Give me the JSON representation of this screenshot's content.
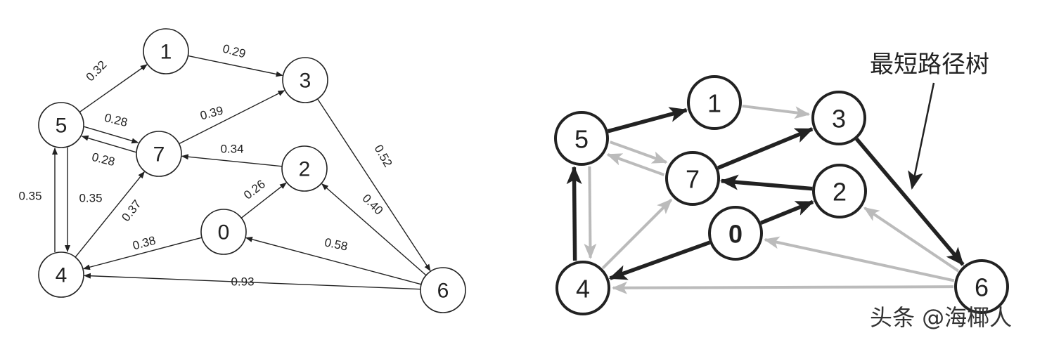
{
  "colors": {
    "ink": "#222222",
    "tree_edge": "#222222",
    "other_edge": "#bbbbbb"
  },
  "left_graph": {
    "nodes": [
      "0",
      "1",
      "2",
      "3",
      "4",
      "5",
      "6",
      "7"
    ],
    "edges": [
      {
        "from": "5",
        "to": "1",
        "weight": "0.32"
      },
      {
        "from": "1",
        "to": "3",
        "weight": "0.29"
      },
      {
        "from": "7",
        "to": "5",
        "weight": "0.28"
      },
      {
        "from": "5",
        "to": "7",
        "weight": "0.28"
      },
      {
        "from": "7",
        "to": "3",
        "weight": "0.39"
      },
      {
        "from": "2",
        "to": "7",
        "weight": "0.34"
      },
      {
        "from": "3",
        "to": "6",
        "weight": "0.52"
      },
      {
        "from": "5",
        "to": "4",
        "weight": "0.35"
      },
      {
        "from": "4",
        "to": "5",
        "weight": "0.35"
      },
      {
        "from": "4",
        "to": "7",
        "weight": "0.37"
      },
      {
        "from": "0",
        "to": "2",
        "weight": "0.26"
      },
      {
        "from": "6",
        "to": "2",
        "weight": "0.40"
      },
      {
        "from": "0",
        "to": "4",
        "weight": "0.38"
      },
      {
        "from": "6",
        "to": "0",
        "weight": "0.58"
      },
      {
        "from": "6",
        "to": "4",
        "weight": "0.93"
      }
    ]
  },
  "right_graph": {
    "nodes": [
      "0",
      "1",
      "2",
      "3",
      "4",
      "5",
      "6",
      "7"
    ],
    "tree_edges": [
      {
        "from": "5",
        "to": "1"
      },
      {
        "from": "7",
        "to": "3"
      },
      {
        "from": "3",
        "to": "6"
      },
      {
        "from": "2",
        "to": "7"
      },
      {
        "from": "0",
        "to": "2"
      },
      {
        "from": "0",
        "to": "4"
      },
      {
        "from": "4",
        "to": "5"
      }
    ],
    "other_edges": [
      {
        "from": "1",
        "to": "3"
      },
      {
        "from": "7",
        "to": "5"
      },
      {
        "from": "5",
        "to": "7"
      },
      {
        "from": "5",
        "to": "4"
      },
      {
        "from": "4",
        "to": "7"
      },
      {
        "from": "6",
        "to": "2"
      },
      {
        "from": "6",
        "to": "0"
      },
      {
        "from": "6",
        "to": "4"
      }
    ]
  },
  "annotation": {
    "label": "最短路径树"
  },
  "watermark": {
    "text": "头条 @海椰人"
  }
}
